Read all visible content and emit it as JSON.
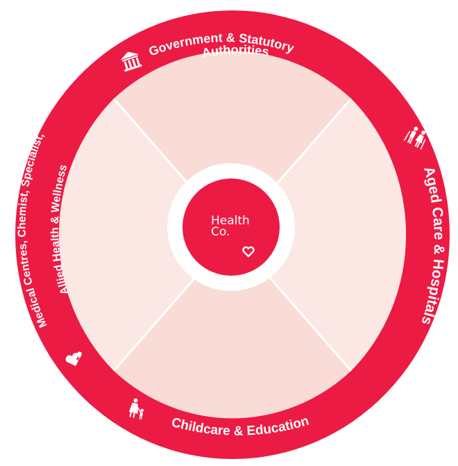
{
  "diagram": {
    "center": {
      "brand_line1": "Health",
      "brand_line2": "Co.",
      "icon": "heart-icon"
    },
    "segments": [
      {
        "id": "government",
        "label_line1": "Government & Statutory",
        "label_line2": "Authorities",
        "icon": "government-building-icon"
      },
      {
        "id": "aged-care",
        "label_line1": "Aged Care & Hospitals",
        "icon": "elderly-couple-icon"
      },
      {
        "id": "childcare",
        "label_line1": "Childcare & Education",
        "icon": "parent-child-icon"
      },
      {
        "id": "medical",
        "label_line1": "Medical Centres, Chemist,  Specialist,",
        "label_line2": "Allied Health & Wellness",
        "icon": "medical-hearts-icon"
      }
    ],
    "colors": {
      "ring": "#ec1b44",
      "quadrant_top": "#f9dcd6",
      "quadrant_right": "#fbe7e3",
      "quadrant_bottom": "#f9dcd6",
      "quadrant_left": "#fbe7e3",
      "divider": "#ffffff",
      "center": "#ec1b44"
    }
  }
}
